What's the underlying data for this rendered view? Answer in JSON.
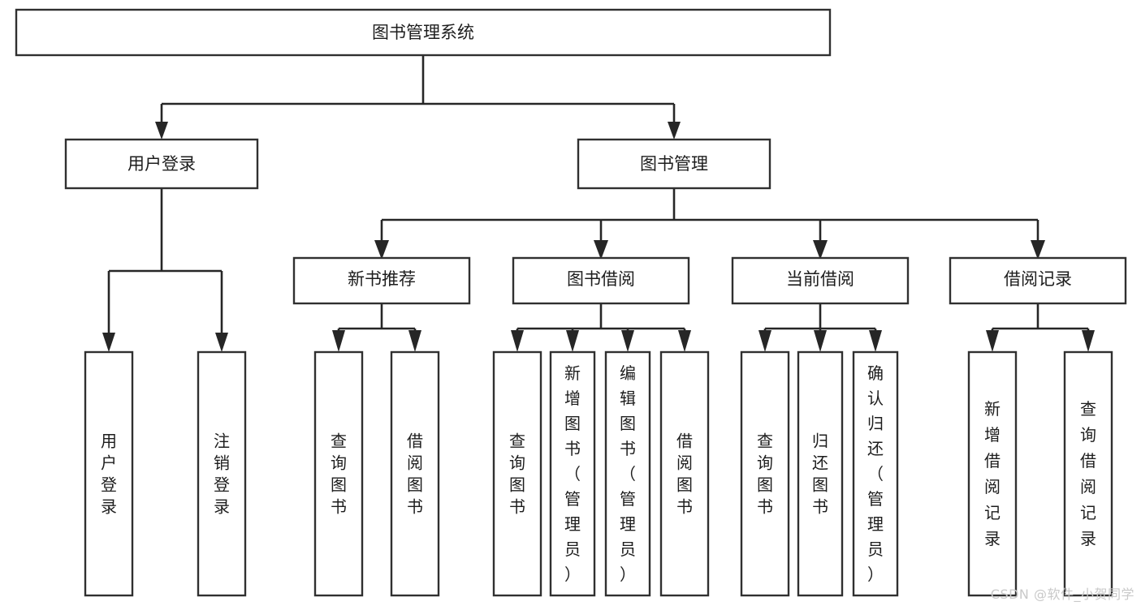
{
  "diagram": {
    "title": "图书管理系统",
    "watermark": "CSDN @软件_小贺同学",
    "type": "tree-hierarchy",
    "orientation": "top-down",
    "levels": 4,
    "colors": {
      "box_stroke": "#303030",
      "box_fill": "#ffffff",
      "connector": "#262626",
      "text": "#1d1d1d",
      "watermark": "#c9c9c9",
      "background": "#ffffff"
    },
    "root": {
      "label": "图书管理系统",
      "orientation": "horizontal"
    },
    "level2": [
      {
        "label": "用户登录",
        "orientation": "horizontal"
      },
      {
        "label": "图书管理",
        "orientation": "horizontal"
      }
    ],
    "level3": [
      {
        "label": "新书推荐",
        "orientation": "horizontal",
        "parent": "图书管理"
      },
      {
        "label": "图书借阅",
        "orientation": "horizontal",
        "parent": "图书管理"
      },
      {
        "label": "当前借阅",
        "orientation": "horizontal",
        "parent": "图书管理"
      },
      {
        "label": "借阅记录",
        "orientation": "horizontal",
        "parent": "图书管理"
      }
    ],
    "leaves": [
      {
        "label": "用户登录",
        "parent": "用户登录",
        "orientation": "vertical"
      },
      {
        "label": "注销登录",
        "parent": "用户登录",
        "orientation": "vertical"
      },
      {
        "label": "查询图书",
        "parent": "新书推荐",
        "orientation": "vertical"
      },
      {
        "label": "借阅图书",
        "parent": "新书推荐",
        "orientation": "vertical"
      },
      {
        "label": "查询图书",
        "parent": "图书借阅",
        "orientation": "vertical"
      },
      {
        "label": "新增图书（管理员）",
        "parent": "图书借阅",
        "orientation": "vertical"
      },
      {
        "label": "编辑图书（管理员）",
        "parent": "图书借阅",
        "orientation": "vertical"
      },
      {
        "label": "借阅图书",
        "parent": "图书借阅",
        "orientation": "vertical"
      },
      {
        "label": "查询图书",
        "parent": "当前借阅",
        "orientation": "vertical"
      },
      {
        "label": "归还图书",
        "parent": "当前借阅",
        "orientation": "vertical"
      },
      {
        "label": "确认归还（管理员）",
        "parent": "当前借阅",
        "orientation": "vertical"
      },
      {
        "label": "新增借阅记录",
        "parent": "借阅记录",
        "orientation": "vertical"
      },
      {
        "label": "查询借阅记录",
        "parent": "借阅记录",
        "orientation": "vertical"
      }
    ]
  }
}
